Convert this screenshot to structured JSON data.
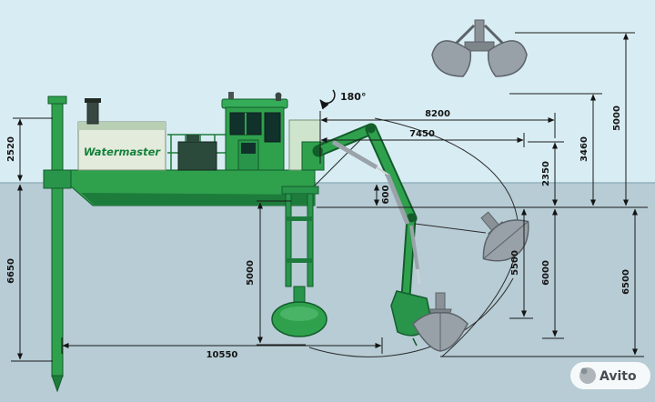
{
  "machine": {
    "brand": "Watermaster"
  },
  "annotations": {
    "rotation": "180°"
  },
  "dimensions": {
    "mast_height": "2520",
    "spud_depth": "6650",
    "total_reach": "10550",
    "pump_depth": "5000",
    "draft": "600",
    "max_reach": "8200",
    "mid_reach": "7450",
    "height_2350": "2350",
    "height_3460": "3460",
    "lift_height": "5000",
    "depth_5500": "5500",
    "depth_6000": "6000",
    "depth_6500": "6500"
  },
  "watermark": {
    "label": "Avito"
  },
  "colors": {
    "machine_green": "#2fa14d",
    "machine_dark": "#135c2b",
    "sky": "#d8edf3",
    "water": "#b7ccd5",
    "grab_gray": "#99a1a8",
    "brand_text": "#16813a"
  }
}
